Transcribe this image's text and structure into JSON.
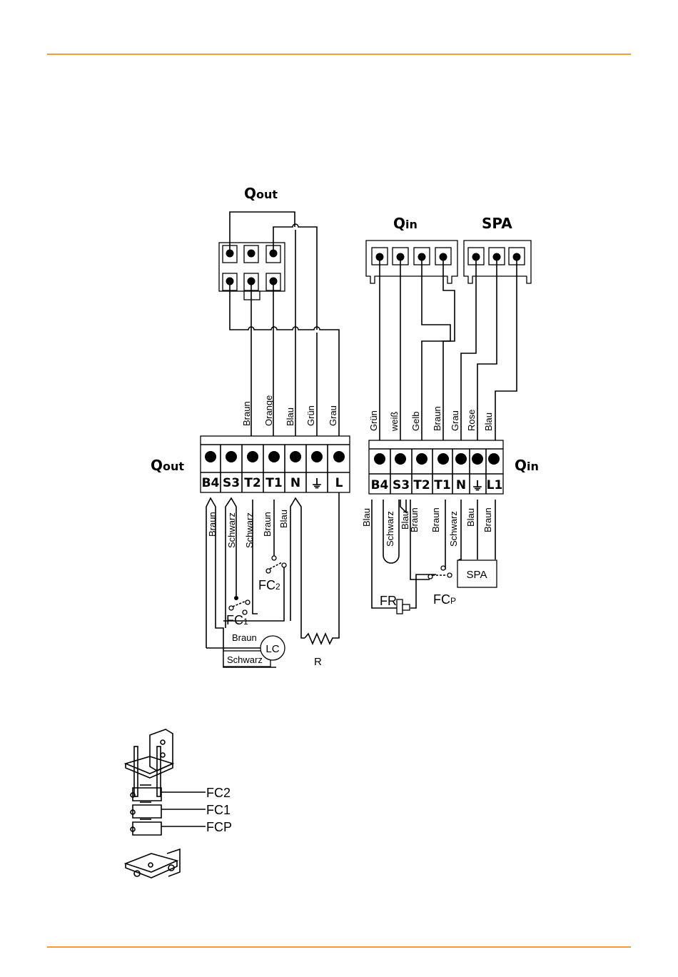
{
  "colors": {
    "rule": "#f39c33",
    "ink": "#000000"
  },
  "qout_connector": {
    "title_main": "Q",
    "title_sub": "out"
  },
  "qin_connector": {
    "title_main": "Q",
    "title_sub": "in"
  },
  "spa_connector": {
    "title": "SPA"
  },
  "qout_block": {
    "label_main": "Q",
    "label_sub": "out",
    "terminals": [
      "B4",
      "S3",
      "T2",
      "T1",
      "N",
      "⏚",
      "L"
    ],
    "top_wires": [
      "Braun",
      "Orange",
      "Blau",
      "Grün",
      "Grau"
    ],
    "bottom_wires": [
      "Braun",
      "Schwarz",
      "Schwarz",
      "Braun",
      "Blau"
    ],
    "fc1": {
      "main": "FC",
      "sub": "1"
    },
    "fc2": {
      "main": "FC",
      "sub": "2"
    },
    "motor_braun": "Braun",
    "motor_schwarz": "Schwarz",
    "motor": "LC",
    "resistor": "R"
  },
  "qin_block": {
    "label_main": "Q",
    "label_sub": "in",
    "terminals": [
      "B4",
      "S3",
      "T2",
      "T1",
      "N",
      "⏚",
      "L1"
    ],
    "top_wires": [
      "Grün",
      "weiß",
      "Gelb",
      "Braun",
      "Grau",
      "Rose",
      "Blau"
    ],
    "bottom_wires": [
      "Blau",
      "Schwarz",
      "Blau",
      "Braun",
      "Braun",
      "Schwarz",
      "Blau",
      "Braun"
    ],
    "spa_box": "SPA",
    "fr": "FR",
    "fcp": {
      "main": "FC",
      "sub": "P"
    }
  },
  "switch_assembly": {
    "labels": [
      "FC2",
      "FC1",
      "FCP"
    ]
  }
}
